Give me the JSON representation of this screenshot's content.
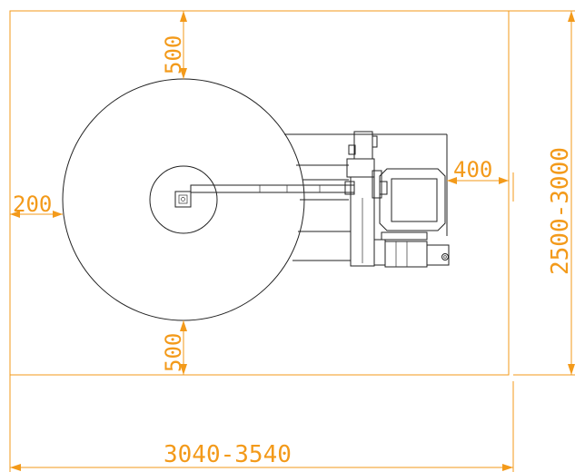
{
  "colors": {
    "dimension": "#f39a1a",
    "machine_outline": "#222222",
    "background": "#ffffff"
  },
  "dimensions": {
    "top_clearance": "500",
    "bottom_clearance": "500",
    "left_clearance": "200",
    "right_clearance": "400",
    "room_width": "3040-3540",
    "room_depth": "2500-3000"
  }
}
